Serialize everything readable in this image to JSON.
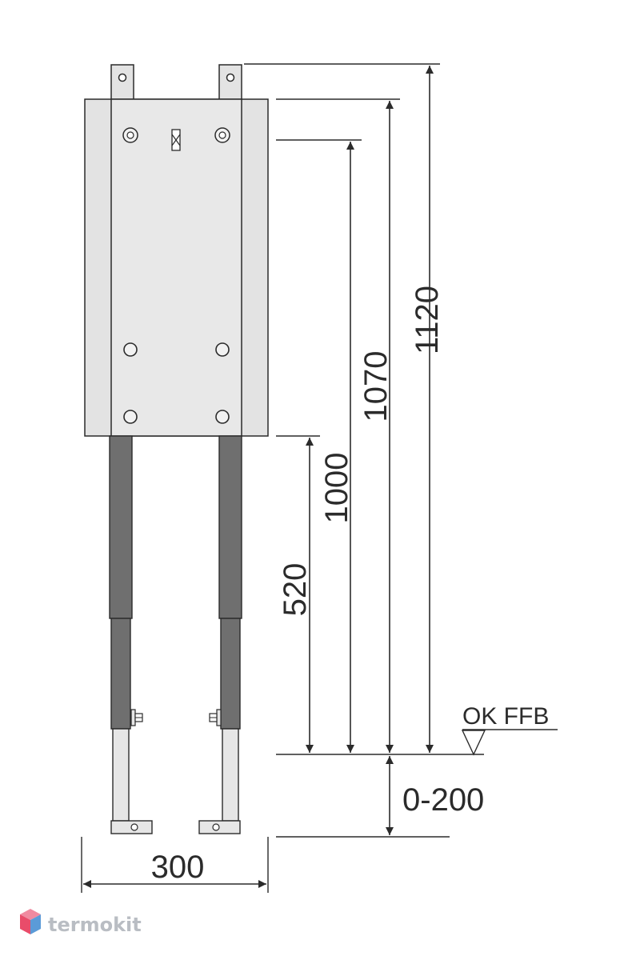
{
  "dimensions": {
    "height_total": "1120",
    "height_frame_top": "1070",
    "height_fixing_points": "1000",
    "height_frame_bottom": "520",
    "floor_adjustment": "0-200",
    "width": "300"
  },
  "floor_marker": {
    "label": "OK FFB"
  },
  "watermark": {
    "brand": "termokit"
  },
  "colors": {
    "line": "#2b2b2b",
    "panel": "#e3e3e3",
    "leg_dark": "#6f6f6f",
    "leg_light": "#e6e6e6",
    "logo_red": "#e94c6a",
    "logo_blue": "#5b9bd8"
  }
}
